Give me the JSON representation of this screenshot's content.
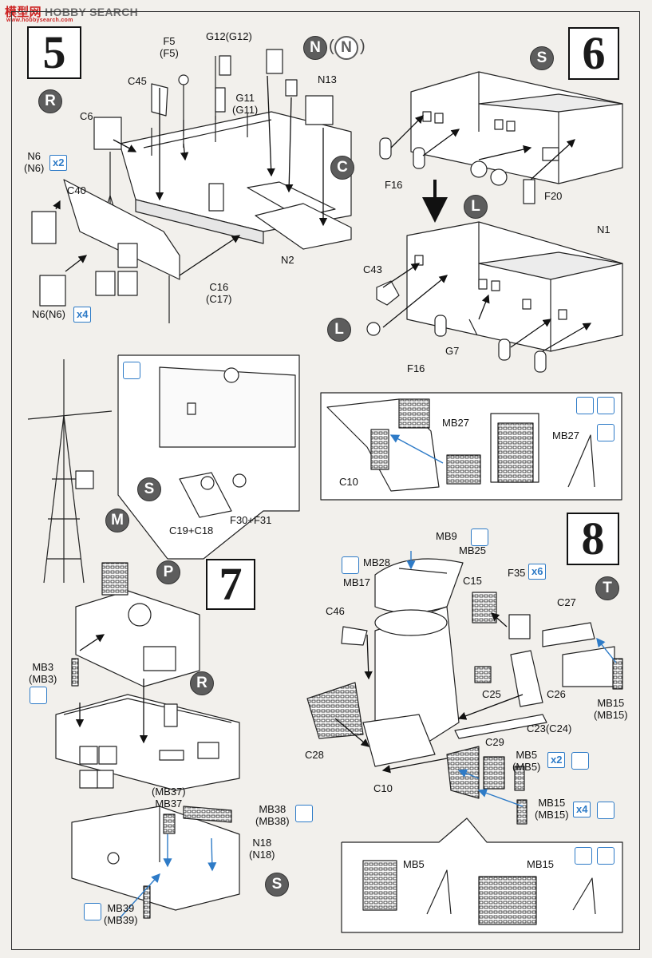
{
  "header": {
    "watermark_cn": "模型网",
    "watermark": "HOBBY SEARCH",
    "watermark_url": "www.hobbysearch.com"
  },
  "steps": [
    {
      "id": "step-5",
      "number": "5"
    },
    {
      "id": "step-6",
      "number": "6"
    },
    {
      "id": "step-7",
      "number": "7"
    },
    {
      "id": "step-8",
      "number": "8"
    }
  ],
  "badges": {
    "r": "R",
    "n": "N",
    "n_alt": "N",
    "c": "C",
    "s": "S",
    "l": "L",
    "m": "M",
    "p": "P",
    "t": "T"
  },
  "multipliers": {
    "x2": "x2",
    "x4": "x4",
    "x6": "x6"
  },
  "parts": {
    "step5": {
      "f5": "F5",
      "f5_alt": "(F5)",
      "g12": "G12(G12)",
      "g11": "G11",
      "g11_alt": "(G11)",
      "n13": "N13",
      "c45": "C45",
      "c6": "C6",
      "n6": "N6",
      "n6_alt": "(N6)",
      "c40": "C40",
      "n2": "N2",
      "c16": "C16",
      "c17": "(C17)",
      "n6n6": "N6(N6)"
    },
    "step6": {
      "f16": "F16",
      "f20": "F20",
      "n1": "N1",
      "c43": "C43",
      "g7": "G7",
      "f16b": "F16"
    },
    "step7": {
      "c19c18": "C19+C18",
      "f30f31": "F30+F31",
      "mb3": "MB3",
      "mb3_alt": "(MB3)",
      "mb37_alt": "(MB37)",
      "mb37": "MB37",
      "mb38": "MB38",
      "mb38_alt": "(MB38)",
      "n18": "N18",
      "n18_alt": "(N18)",
      "mb39": "MB39",
      "mb39_alt": "(MB39)"
    },
    "step8": {
      "mb27": "MB27",
      "mb27b": "MB27",
      "c10": "C10",
      "mb9": "MB9",
      "mb25": "MB25",
      "mb28": "MB28",
      "mb17": "MB17",
      "c15": "C15",
      "f35": "F35",
      "c27": "C27",
      "c46": "C46",
      "c25": "C25",
      "c26": "C26",
      "mb15": "MB15",
      "mb15_alt": "(MB15)",
      "c23": "C23(C24)",
      "c28": "C28",
      "c29": "C29",
      "mb5": "MB5",
      "mb5_alt": "(MB5)",
      "c10b": "C10",
      "mb15b": "MB15",
      "mb15b_alt": "(MB15)",
      "mb5c": "MB5",
      "mb15c": "MB15"
    }
  },
  "colors": {
    "accent": "#2e7bc7",
    "badge": "#5d5d5d",
    "ink": "#1a1a1a",
    "paper": "#f2f0ec"
  }
}
